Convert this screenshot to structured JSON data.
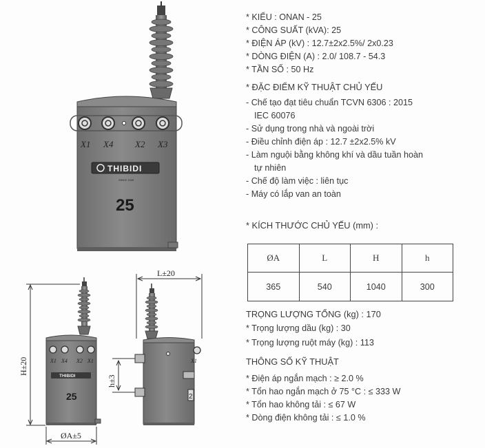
{
  "specs": [
    "* KIỂU : ONAN - 25",
    "* CÔNG SUẤT (kVA):  25",
    "* ĐIỆN ÁP (kV) : 12.7±2x2.5%/ 2x0.23",
    "* DÒNG ĐIỆN (A) : 2.0/ 108.7 - 54.3",
    "* TẦN SỐ : 50 Hz"
  ],
  "tech_heading": "* ĐẶC ĐIỂM KỸ THUẬT CHỦ YẾU",
  "features": [
    "- Chế tạo đạt tiêu chuẩn TCVN 6306 : 2015",
    "IEC 60076",
    "- Sử dụng trong nhà và ngoài trời",
    "- Điều chỉnh điện áp :  12.7 ±2x2.5% kV",
    "- Làm nguội bằng không khí và dầu tuần hoàn",
    "tự nhiên",
    "- Chế độ làm việc : liên tục",
    "- Máy có lắp van an toàn"
  ],
  "dim_heading": "* KÍCH THƯỚC CHỦ YẾU (mm) :",
  "dim_table": {
    "headers": [
      "ØA",
      "L",
      "H",
      "h"
    ],
    "values": [
      "365",
      "540",
      "1040",
      "300"
    ]
  },
  "weight": {
    "total": "TRỌNG LƯỢNG TỔNG (kg) : 170",
    "oil": "* Trọng lượng dầu (kg) :  30",
    "core": "* Trọng lượng ruột máy (kg) : 113"
  },
  "param_heading": "THÔNG SỐ KỸ THUẬT",
  "params": [
    "* Điện áp ngắn mạch :  ≥  2.0 %",
    "* Tổn hao ngắn mạch ở 75 °C :  ≤  333 W",
    "* Tổn hao không tải :  ≤ 67 W",
    "* Dòng điện không tải :  ≤  1.0 %"
  ],
  "drawing": {
    "terminals": [
      "X1",
      "X4",
      "X2",
      "X3"
    ],
    "logo": "THIBIDI",
    "logo_since": "SINCE 1949",
    "rating": "25",
    "small_terminals": [
      "X1",
      "X4",
      "X2",
      "X1"
    ],
    "dim_L": "L±20",
    "dim_H": "H±20",
    "dim_h": "h±3",
    "dim_A": "ØA±5",
    "side_label": "2"
  },
  "colors": {
    "tank": "#7c7c7c",
    "tank_dark": "#5e5e5e",
    "line": "#2e2e2e"
  }
}
